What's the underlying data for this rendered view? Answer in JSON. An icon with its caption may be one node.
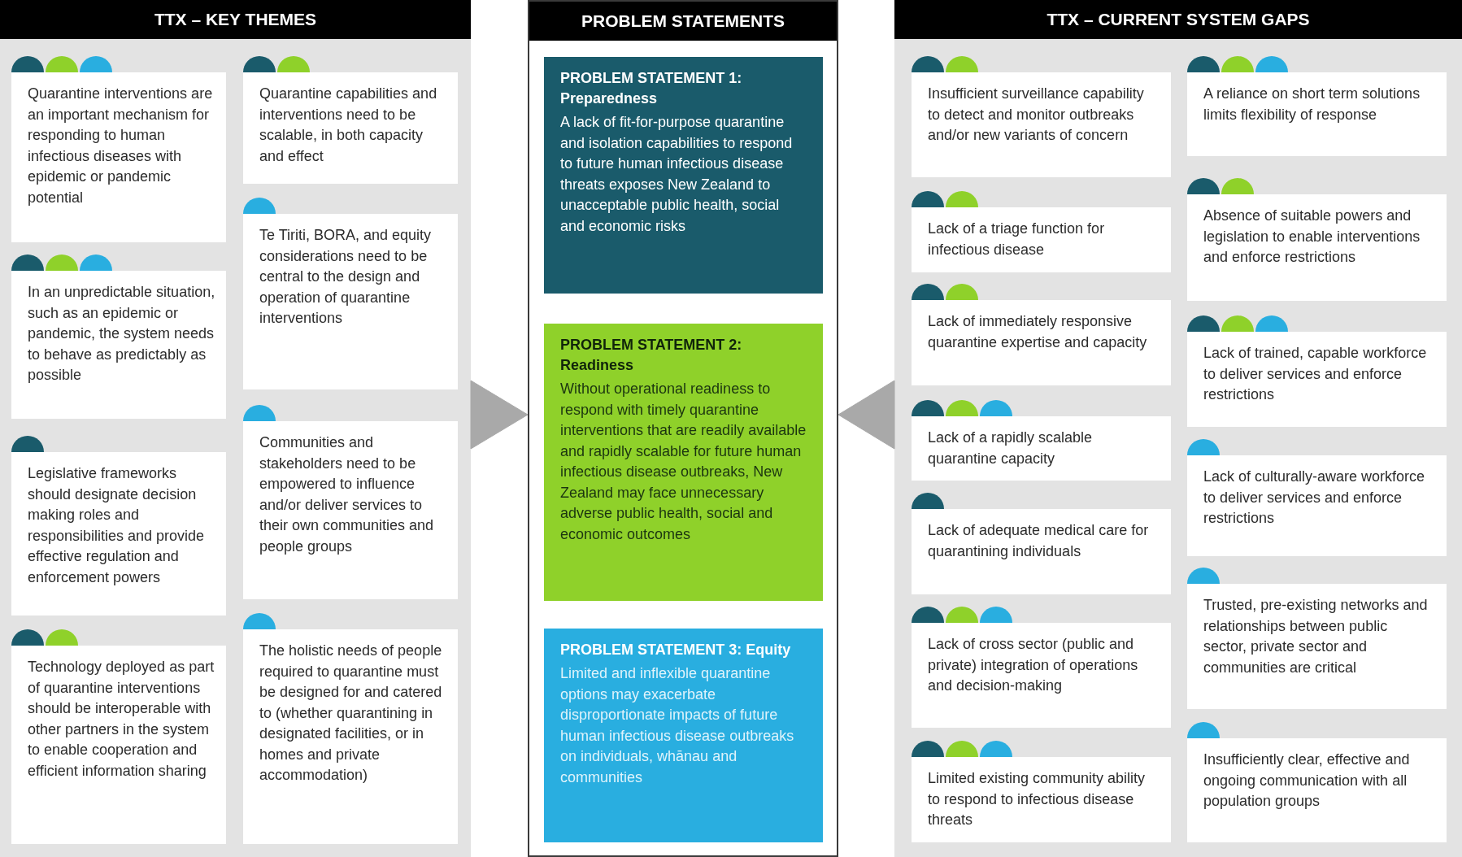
{
  "diagram": {
    "nodes": [
      {
        "text": [
          "TTX – KEY THEMES"
        ]
      },
      {
        "text": [
          "Quarantine interventions are an important mechanism for responding to human infectious diseases with epidemic or pandemic potential"
        ],
        "in": 0
      },
      {
        "text": [
          "In an unpredictable situation, such as an epidemic or pandemic, the system needs to behave as predictably as possible"
        ],
        "in": 0
      },
      {
        "text": [
          "Legislative frameworks should designate decision making roles and responsibilities and provide effective regulation and enforcement powers"
        ],
        "in": 0
      },
      {
        "text": [
          "Technology deployed as part of quarantine interventions should be interoperable with other partners in the system to enable cooperation and efficient information sharing"
        ],
        "in": 0
      },
      {
        "text": [
          "Quarantine capabilities and interventions need to be scalable, in both capacity and effect"
        ],
        "in": 0
      },
      {
        "text": [
          "Te Tiriti, BORA, and equity considerations need to be central to the design and operation of quarantine interventions"
        ],
        "in": 0
      },
      {
        "text": [
          "Communities and stakeholders need to be empowered to influence and/or deliver services to their own communities and people groups"
        ],
        "in": 0
      },
      {
        "text": [
          "The holistic needs of people required to quarantine must be designed for and catered to (whether quarantining in designated facilities, or in homes and private accommodation)"
        ],
        "in": 0
      },
      {
        "text": [
          "PROBLEM STATEMENTS"
        ]
      },
      {
        "text": [
          "PROBLEM STATEMENT 1: Preparedness",
          "A lack of fit-for-purpose quarantine and isolation capabilities to respond to future human infectious disease threats exposes New Zealand to unacceptable public health, social and economic risks"
        ],
        "in": 9
      },
      {
        "text": [
          "PROBLEM STATEMENT 2: Readiness",
          "Without operational readiness to respond with timely quarantine interventions that are readily available and rapidly scalable for future human infectious disease outbreaks, New Zealand may face unnecessary adverse public health, social and economic outcomes"
        ],
        "in": 9
      },
      {
        "text": [
          "PROBLEM STATEMENT 3: Equity",
          "Limited and inflexible quarantine options may exacerbate disproportionate impacts of future human infectious disease outbreaks on individuals, whānau and communities"
        ],
        "in": 9
      },
      {
        "text": [
          "TTX – CURRENT SYSTEM GAPS"
        ]
      },
      {
        "text": [
          "Insufficient surveillance capability to detect and monitor outbreaks and/or new variants of concern"
        ],
        "in": 13
      },
      {
        "text": [
          "Lack of a triage function for infectious disease"
        ],
        "in": 13
      },
      {
        "text": [
          "Lack of immediately responsive quarantine expertise and capacity"
        ],
        "in": 13
      },
      {
        "text": [
          "Lack of a rapidly scalable quarantine capacity"
        ],
        "in": 13
      },
      {
        "text": [
          "Lack of adequate medical care for quarantining individuals"
        ],
        "in": 13
      },
      {
        "text": [
          "Lack of cross sector (public and private) integration of operations and decision-making"
        ],
        "in": 13
      },
      {
        "text": [
          "Limited existing community ability to respond to infectious disease threats"
        ],
        "in": 13
      },
      {
        "text": [
          "A reliance on short term solutions limits flexibility of response"
        ],
        "in": 13
      },
      {
        "text": [
          "Absence of suitable powers and legislation to enable interventions and enforce restrictions"
        ],
        "in": 13
      },
      {
        "text": [
          "Lack of trained, capable workforce to deliver services and enforce restrictions"
        ],
        "in": 13
      },
      {
        "text": [
          "Lack of culturally-aware workforce to deliver services and enforce restrictions"
        ],
        "in": 13
      },
      {
        "text": [
          "Trusted, pre-existing networks and relationships between public sector, private sector and communities are critical"
        ],
        "in": 13
      },
      {
        "text": [
          "Insufficiently clear, effective and ongoing communication with all population groups"
        ],
        "in": 13
      }
    ],
    "edges": [
      {
        "from": 0,
        "to": 9,
        "arrow": "to"
      },
      {
        "from": 13,
        "to": 9,
        "arrow": "to"
      }
    ]
  }
}
